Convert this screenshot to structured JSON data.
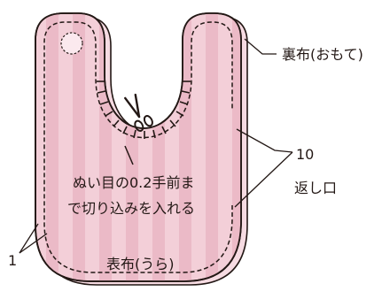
{
  "labels": {
    "back_fabric": "裏布(おもて)",
    "seam_allowance_value": "10",
    "return_opening": "返し口",
    "clip_note_line1": "ぬい目の0.2手前ま",
    "clip_note_line2": "で切り込みを入れる",
    "margin_value": "1",
    "front_fabric": "表布(うら)"
  },
  "colors": {
    "fabric_pink": "#f3cfd8",
    "stripe_pink": "#e9b3c2",
    "outline": "#231815"
  },
  "icons": {
    "scissors": "scissors-icon",
    "snap_button": "snap-button-circle"
  }
}
